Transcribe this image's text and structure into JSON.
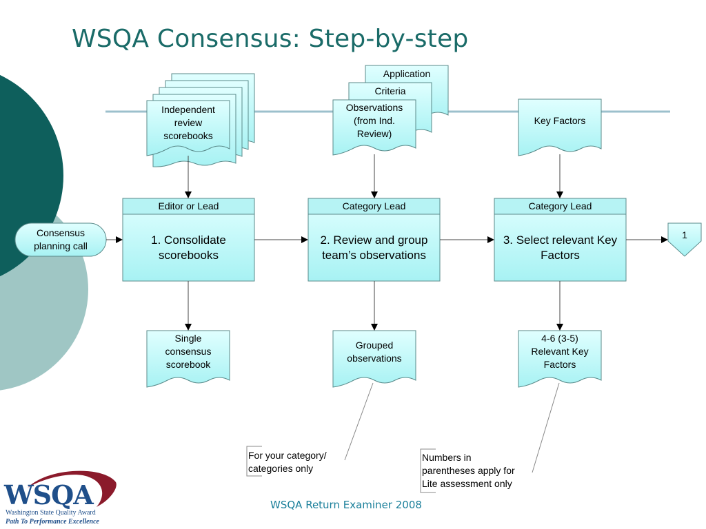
{
  "title": "WSQA Consensus: Step-by-step",
  "inputs": {
    "independent_scorebooks": [
      "Independent",
      "review",
      "scorebooks"
    ],
    "application": "Application",
    "criteria": "Criteria",
    "observations": [
      "Observations",
      "(from Ind.",
      "Review)"
    ],
    "key_factors": "Key Factors"
  },
  "start": [
    "Consensus",
    "planning call"
  ],
  "steps": [
    {
      "role": "Editor or Lead",
      "label": [
        "1. Consolidate",
        "scorebooks"
      ]
    },
    {
      "role": "Category Lead",
      "label": [
        "2. Review and group",
        "team’s observations"
      ]
    },
    {
      "role": "Category Lead",
      "label": [
        "3. Select relevant Key",
        "Factors"
      ]
    }
  ],
  "connector": "1",
  "outputs": [
    [
      "Single",
      "consensus",
      "scorebook"
    ],
    [
      "Grouped",
      "observations"
    ],
    [
      "4-6 (3-5)",
      "Relevant Key",
      "Factors"
    ]
  ],
  "notes": [
    [
      "For your category/",
      "categories only"
    ],
    [
      "Numbers in",
      "parentheses apply for",
      "Lite assessment only"
    ]
  ],
  "footer": "WSQA  Return Examiner 2008",
  "logo": {
    "main": "WSQA",
    "sub": "Washington State    Quality Award",
    "tagline": "Path To Performance Excellence"
  },
  "colors": {
    "teal_dark": "#0e5f5c",
    "teal_light": "#9fc6c4",
    "title": "#1a6b68",
    "box_light": "#e0ffff",
    "box_fill": "#a7f2f3",
    "header_fill": "#b6f3f4",
    "footer": "#1a7f9a",
    "logo_blue": "#1f4f8a",
    "logo_red": "#8b1a2b"
  }
}
